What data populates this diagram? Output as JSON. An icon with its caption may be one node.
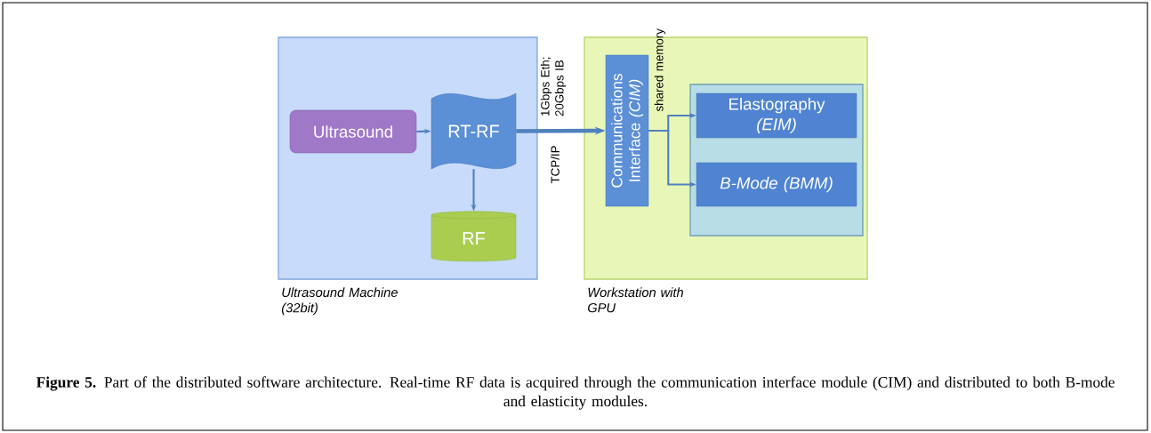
{
  "diagram": {
    "caption": "**Figure 5.** Part of the distributed software architecture. Real-time RF data is acquired through the communication interface module (CIM) and distributed to both B-mode and elasticity modules.",
    "nodes": [
      {
        "text": [
          "Ultrasound Machine (32bit)"
        ]
      },
      {
        "text": [
          "Ultrasound"
        ],
        "in": 0
      },
      {
        "text": [
          "RT-RF"
        ],
        "in": 0
      },
      {
        "text": [
          "RF"
        ],
        "in": 0
      },
      {
        "text": [
          "Workstation with GPU"
        ]
      },
      {
        "text": [
          "Communications Interface *(CIM)*"
        ],
        "in": 4
      },
      {
        "text": [],
        "shape": "box",
        "in": 4
      },
      {
        "text": [
          "Elastography *(EIM)*"
        ],
        "in": 6
      },
      {
        "text": [
          "B-Mode (BMM)"
        ],
        "in": 6
      }
    ],
    "edges": [
      {
        "from": 1,
        "to": 2,
        "arrow": "to"
      },
      {
        "from": 2,
        "to": 3,
        "arrow": "to"
      },
      {
        "from": 2,
        "to": 5,
        "arrow": "to",
        "style": "thick",
        "label": "TCP/IP"
      },
      {
        "from": 5,
        "to": 7,
        "arrow": "to"
      },
      {
        "from": 5,
        "to": 8,
        "arrow": "to"
      }
    ],
    "labels": [
      "1Gbps Eth; 20Gbps IB",
      "shared memory"
    ]
  }
}
